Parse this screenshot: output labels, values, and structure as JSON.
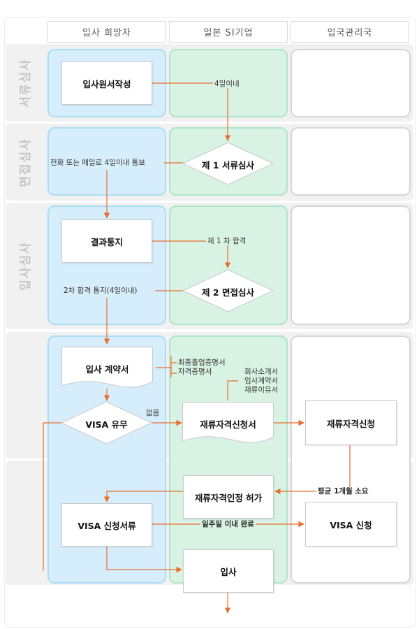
{
  "columns": {
    "applicant": "입사 희망자",
    "company": "일본 SI기업",
    "immigration": "입국관리국"
  },
  "stages": {
    "document": "서류심사",
    "interview": "면접심사",
    "hiring": "입사심사"
  },
  "nodes": {
    "application": "입사원서작성",
    "first_screening": "제 1 서류심사",
    "result_notice": "결과통지",
    "second_interview": "제 2 면접심사",
    "employment_contract": "입사 계약서",
    "visa_check": "VISA 유무",
    "residence_application_form": "재류자격신청서",
    "residence_application": "재류자격신청",
    "residence_permit": "재류자격인정 허가",
    "visa_documents": "VISA 신청서류",
    "visa_application": "VISA 신청",
    "joining": "입사"
  },
  "labels": {
    "within_4_days": "4일이내",
    "notify_phone_mail": "전화 또는 메일로 4일이내 통보",
    "first_pass": "제 1 차 합격",
    "second_pass_notice": "2차 합격 통지(4일이내)",
    "none": "없음",
    "avg_one_month": "평균 1개월 소요",
    "within_one_week": "일주일 이내 완료"
  },
  "applicant_docs": [
    "최종졸업증명서",
    "자격증명서"
  ],
  "company_docs": [
    "회사소개서",
    "입사계약서",
    "재류이유서"
  ],
  "colors": {
    "arrow": "#e96d2c",
    "applicant_cell": "#d6eefb",
    "company_cell": "#d8f2e3",
    "band": "#f1f1f1"
  }
}
